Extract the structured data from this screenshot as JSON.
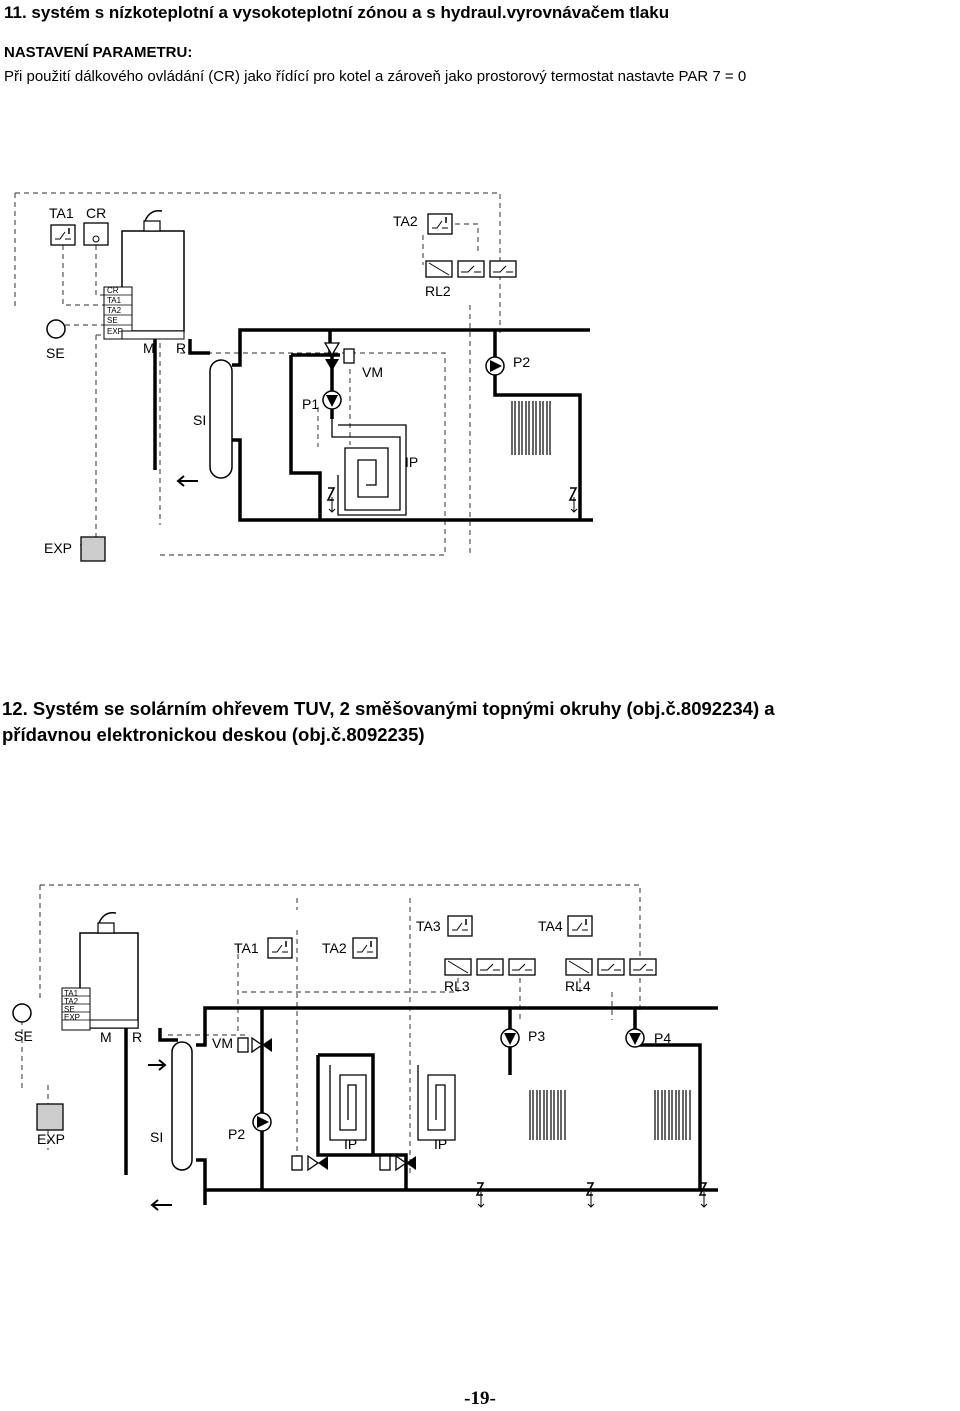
{
  "section11": {
    "title": "11. systém s nízkoteplotní a vysokoteplotní zónou a s  hydraul.vyrovnávačem tlaku",
    "subtitle": "NASTAVENÍ PARAMETRU:",
    "paragraph": "Při použití dálkového ovládání (CR) jako řídící pro kotel a zároveň jako prostorový termostat nastavte PAR 7 = 0",
    "diagram_labels": {
      "ta1": "TA1",
      "cr": "CR",
      "ta2": "TA2",
      "rl2": "RL2",
      "se": "SE",
      "m": "M",
      "r": "R",
      "vm": "VM",
      "p1": "P1",
      "p2": "P2",
      "si": "SI",
      "ip": "IP",
      "exp": "EXP",
      "term_cr": "CR",
      "term_ta1": "TA1",
      "term_ta2": "TA2",
      "term_se": "SE",
      "term_exp": "EXP"
    }
  },
  "section12": {
    "title_line1": "12. Systém se solárním ohřevem TUV, 2 směšovanými topnými okruhy (obj.č.8092234) a",
    "title_line2": "přídavnou elektronickou deskou (obj.č.8092235)",
    "diagram_labels": {
      "ta1": "TA1",
      "ta2": "TA2",
      "ta3": "TA3",
      "ta4": "TA4",
      "rl3": "RL3",
      "rl4": "RL4",
      "se": "SE",
      "m": "M",
      "r": "R",
      "vm": "VM",
      "p2": "P2",
      "p3": "P3",
      "p4": "P4",
      "si": "SI",
      "ip1": "IP",
      "ip2": "IP",
      "exp": "EXP",
      "term_ta1": "TA1",
      "term_ta2": "TA2",
      "term_se": "SE",
      "term_exp": "EXP"
    }
  },
  "page_number": "-19-"
}
